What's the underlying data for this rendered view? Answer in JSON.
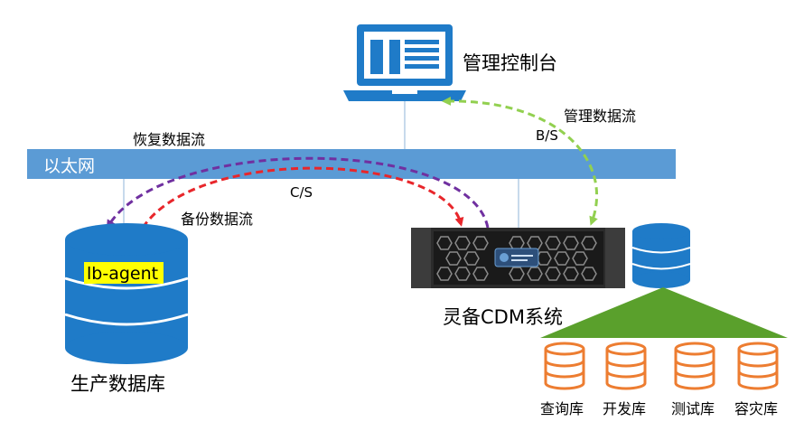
{
  "console": {
    "label": "管理控制台"
  },
  "ethernet": {
    "label": "以太网"
  },
  "flows": {
    "restore": "恢复数据流",
    "backup": "备份数据流",
    "cs": "C/S",
    "manage": "管理数据流",
    "bs": "B/S"
  },
  "production_db": {
    "label": "生产数据库",
    "agent": "lb-agent"
  },
  "cdm_system": {
    "label": "灵备CDM系统"
  },
  "targets": [
    {
      "label": "查询库"
    },
    {
      "label": "开发库"
    },
    {
      "label": "测试库"
    },
    {
      "label": "容灾库"
    }
  ],
  "colors": {
    "ethernet_bar": "#5b9bd5",
    "blue_icon": "#1f7bc8",
    "restore_flow": "#7030a0",
    "backup_flow": "#e8262b",
    "manage_flow": "#92d050",
    "triangle": "#5aa02c",
    "target_db": "#ed7d31",
    "agent_highlight": "#ffff00"
  }
}
